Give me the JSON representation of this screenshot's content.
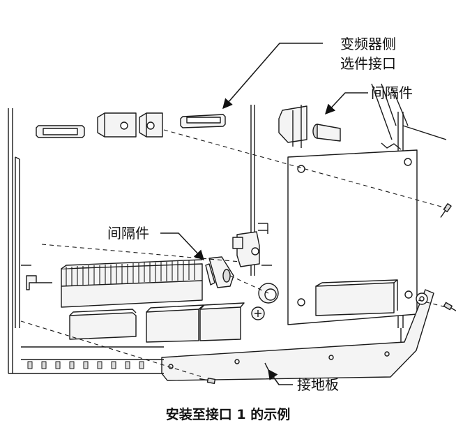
{
  "labels": {
    "inverter_side_connector": [
      "变频器侧",
      "选件接口"
    ],
    "spacer_right": "间隔件",
    "spacer_left": "间隔件",
    "ground_plate": "接地板"
  },
  "caption": "安装至接口 1 的示例",
  "colors": {
    "line": "#1a1a1a",
    "fill_light": "#f4f4f4",
    "fill_mid": "#dcdcdc",
    "background": "#ffffff"
  }
}
